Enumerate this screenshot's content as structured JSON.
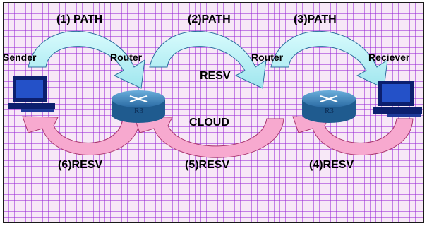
{
  "labels": {
    "path1": "(1) PATH",
    "path2": "(2)PATH",
    "path3": "(3)PATH",
    "resv_top": "RESV",
    "cloud": "CLOUD",
    "resv6": "(6)RESV",
    "resv5": "(5)RESV",
    "resv4": "(4)RESV",
    "sender": "Sender",
    "router1": "Router",
    "router2": "Router",
    "receiver": "Reciever",
    "r3_left": "R3",
    "r3_right": "R3"
  },
  "colors": {
    "path_arrow": "#bff1f6",
    "resv_arrow": "#f7a9cf",
    "grid": "#9b28d7",
    "background": "#f7e8f7",
    "router_body": "#3f86bf",
    "computer": "#0c1f6e"
  }
}
